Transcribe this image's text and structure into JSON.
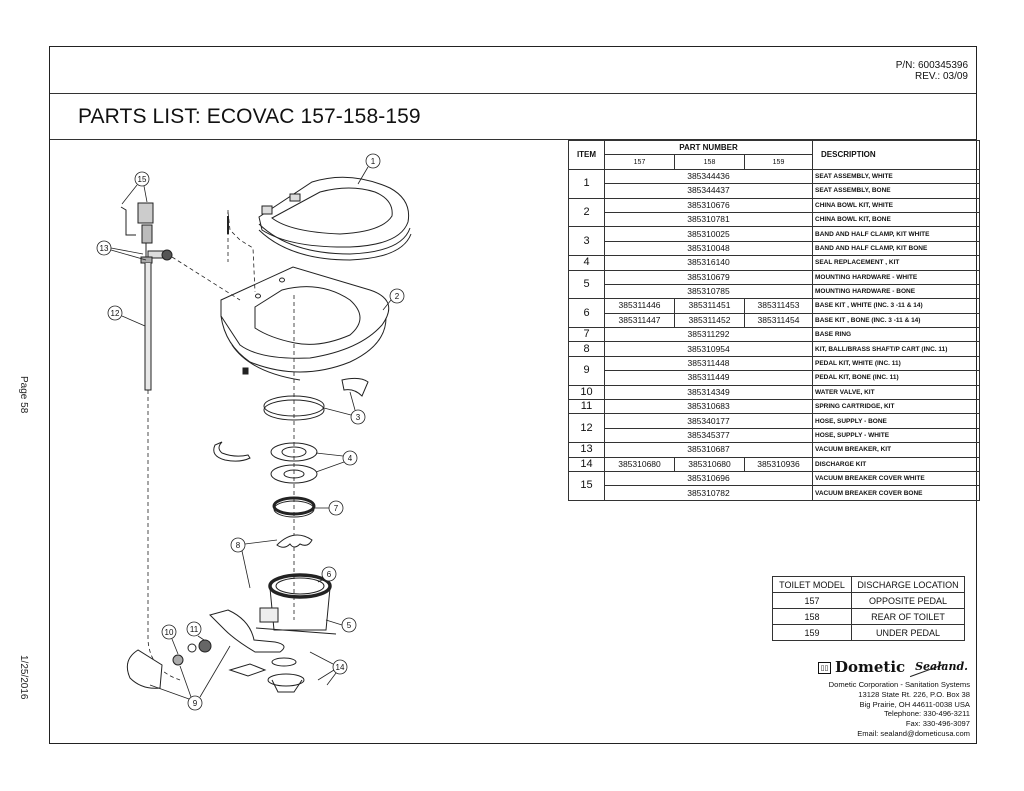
{
  "side": {
    "page": "Page 58",
    "date": "1/25/2016"
  },
  "header": {
    "part_number": "P/N:  600345396",
    "revision": "REV.:  03/09"
  },
  "title": "PARTS LIST: ECOVAC 157-158-159",
  "parts_table": {
    "headers": {
      "item": "ITEM",
      "part_number": "PART NUMBER",
      "models": [
        "157",
        "158",
        "159"
      ],
      "description": "DESCRIPTION"
    },
    "items": [
      {
        "item": "1",
        "rows": [
          {
            "shared": "385344436",
            "description": "SEAT ASSEMBLY, WHITE"
          },
          {
            "shared": "385344437",
            "description": "SEAT ASSEMBLY, BONE"
          }
        ]
      },
      {
        "item": "2",
        "rows": [
          {
            "shared": "385310676",
            "description": "CHINA BOWL KIT, WHITE"
          },
          {
            "shared": "385310781",
            "description": "CHINA BOWL KIT, BONE"
          }
        ]
      },
      {
        "item": "3",
        "rows": [
          {
            "shared": "385310025",
            "description": "BAND AND HALF CLAMP, KIT WHITE"
          },
          {
            "shared": "385310048",
            "description": "BAND AND HALF CLAMP, KIT BONE"
          }
        ]
      },
      {
        "item": "4",
        "rows": [
          {
            "shared": "385316140",
            "description": "SEAL REPLACEMENT , KIT"
          }
        ]
      },
      {
        "item": "5",
        "rows": [
          {
            "shared": "385310679",
            "description": "MOUNTING HARDWARE - WHITE"
          },
          {
            "shared": "385310785",
            "description": "MOUNTING HARDWARE - BONE"
          }
        ]
      },
      {
        "item": "6",
        "rows": [
          {
            "p157": "385311446",
            "p158": "385311451",
            "p159": "385311453",
            "description": "BASE KIT , WHITE  (INC. 3 -11 & 14)"
          },
          {
            "p157": "385311447",
            "p158": "385311452",
            "p159": "385311454",
            "description": "BASE KIT , BONE  (INC. 3 -11 & 14)"
          }
        ]
      },
      {
        "item": "7",
        "rows": [
          {
            "shared": "385311292",
            "description": "BASE RING"
          }
        ]
      },
      {
        "item": "8",
        "rows": [
          {
            "shared": "385310954",
            "description": "KIT, BALL/BRASS SHAFT/P CART (INC. 11)"
          }
        ]
      },
      {
        "item": "9",
        "rows": [
          {
            "shared": "385311448",
            "description": "PEDAL KIT, WHITE (INC. 11)"
          },
          {
            "shared": "385311449",
            "description": "PEDAL KIT, BONE (INC. 11)"
          }
        ]
      },
      {
        "item": "10",
        "rows": [
          {
            "shared": "385314349",
            "description": "WATER VALVE, KIT"
          }
        ]
      },
      {
        "item": "11",
        "rows": [
          {
            "shared": "385310683",
            "description": "SPRING CARTRIDGE, KIT"
          }
        ]
      },
      {
        "item": "12",
        "rows": [
          {
            "shared": "385340177",
            "description": "HOSE, SUPPLY - BONE"
          },
          {
            "shared": "385345377",
            "description": "HOSE, SUPPLY - WHITE"
          }
        ]
      },
      {
        "item": "13",
        "rows": [
          {
            "shared": "385310687",
            "description": "VACUUM BREAKER, KIT"
          }
        ]
      },
      {
        "item": "14",
        "rows": [
          {
            "p157": "385310680",
            "p158": "385310680",
            "p159": "385310936",
            "description": "DISCHARGE KIT"
          }
        ]
      },
      {
        "item": "15",
        "rows": [
          {
            "shared": "385310696",
            "description": "VACUUM BREAKER COVER WHITE"
          },
          {
            "shared": "385310782",
            "description": "VACUUM BREAKER COVER BONE"
          }
        ]
      }
    ]
  },
  "discharge_table": {
    "headers": [
      "TOILET MODEL",
      "DISCHARGE LOCATION"
    ],
    "rows": [
      [
        "157",
        "OPPOSITE PEDAL"
      ],
      [
        "158",
        "REAR OF TOILET"
      ],
      [
        "159",
        "UNDER  PEDAL"
      ]
    ]
  },
  "footer": {
    "brand": "Dometic",
    "brand_icon": "dometic-logo-icon",
    "sub_brand": "Sealand.",
    "address_lines": [
      "Dometic Corporation - Sanitation Systems",
      "13128 State Rt. 226, P.O. Box 38",
      "Big Prairie, OH 44611-0038 USA",
      "Telephone: 330-496-3211",
      "Fax: 330-496-3097",
      "Email: sealand@dometicusa.com"
    ]
  },
  "diagram": {
    "callouts": [
      "1",
      "2",
      "3",
      "4",
      "5",
      "6",
      "7",
      "8",
      "9",
      "10",
      "11",
      "12",
      "13",
      "14",
      "15"
    ]
  }
}
